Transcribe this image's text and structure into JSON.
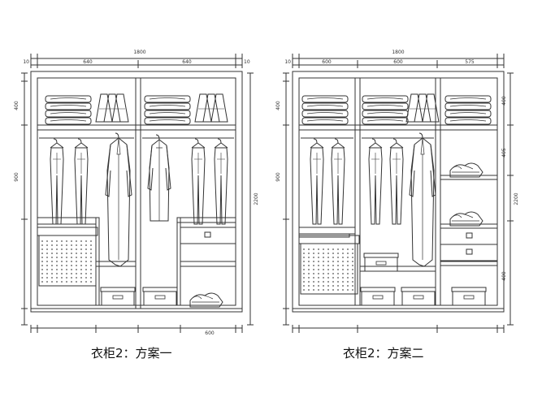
{
  "captions": {
    "plan1": "衣柜2：方案一",
    "plan2": "衣柜2：方案二"
  },
  "dimensions": {
    "total_width": "1800",
    "total_height": "2200",
    "left_panel": "10",
    "section_width": "640",
    "shelf_height": "400",
    "hang_height": "900",
    "bottom_width": "600",
    "plan2_top_widths": [
      "600",
      "600",
      "575"
    ],
    "plan2_right_heights": [
      "400",
      "405",
      "400"
    ]
  },
  "colors": {
    "line": "#333333",
    "background": "#ffffff"
  }
}
